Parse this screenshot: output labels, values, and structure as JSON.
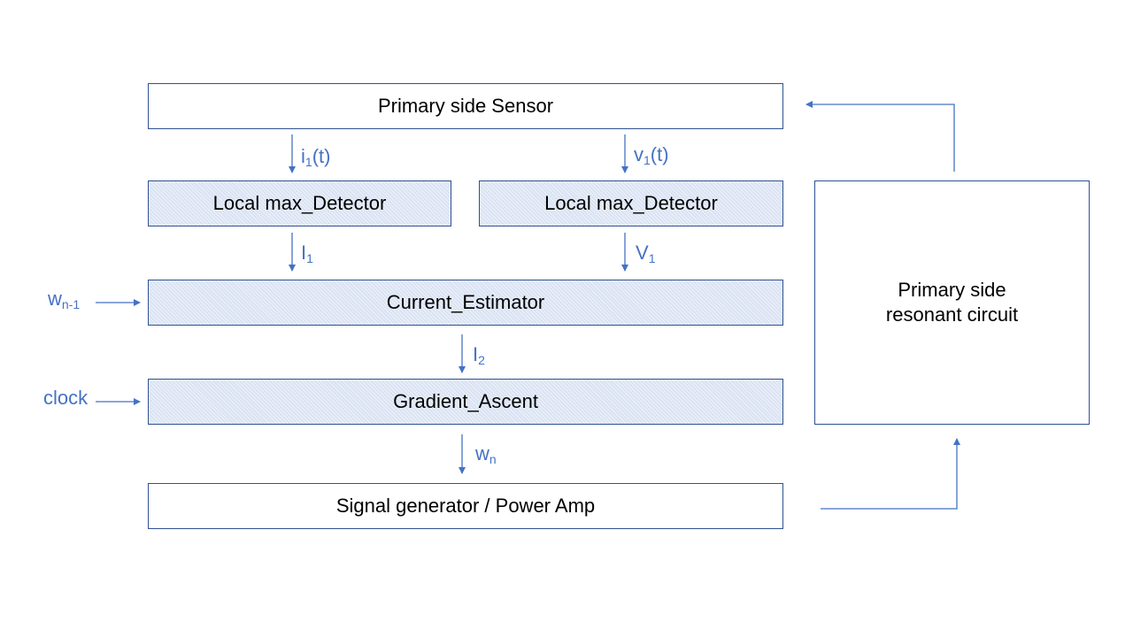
{
  "colors": {
    "accent": "#4472c4",
    "block_fill": "#dae3f3",
    "block_border": "#2f528f"
  },
  "blocks": {
    "sensor": "Primary side Sensor",
    "detector_left": "Local max_Detector",
    "detector_right": "Local max_Detector",
    "estimator": "Current_Estimator",
    "gradient": "Gradient_Ascent",
    "generator": "Signal generator / Power Amp",
    "resonant_line1": "Primary side",
    "resonant_line2": "resonant circuit"
  },
  "signals": {
    "i1t": {
      "base": "i",
      "sub": "1",
      "suffix": "(t)"
    },
    "v1t": {
      "base": "v",
      "sub": "1",
      "suffix": "(t)"
    },
    "I1": {
      "base": "I",
      "sub": "1"
    },
    "V1": {
      "base": "V",
      "sub": "1"
    },
    "I2": {
      "base": "I",
      "sub": "2"
    },
    "wn": {
      "base": "w",
      "sub": "n"
    },
    "wn1": {
      "base": "w",
      "sub": "n-1"
    },
    "clock": "clock"
  }
}
